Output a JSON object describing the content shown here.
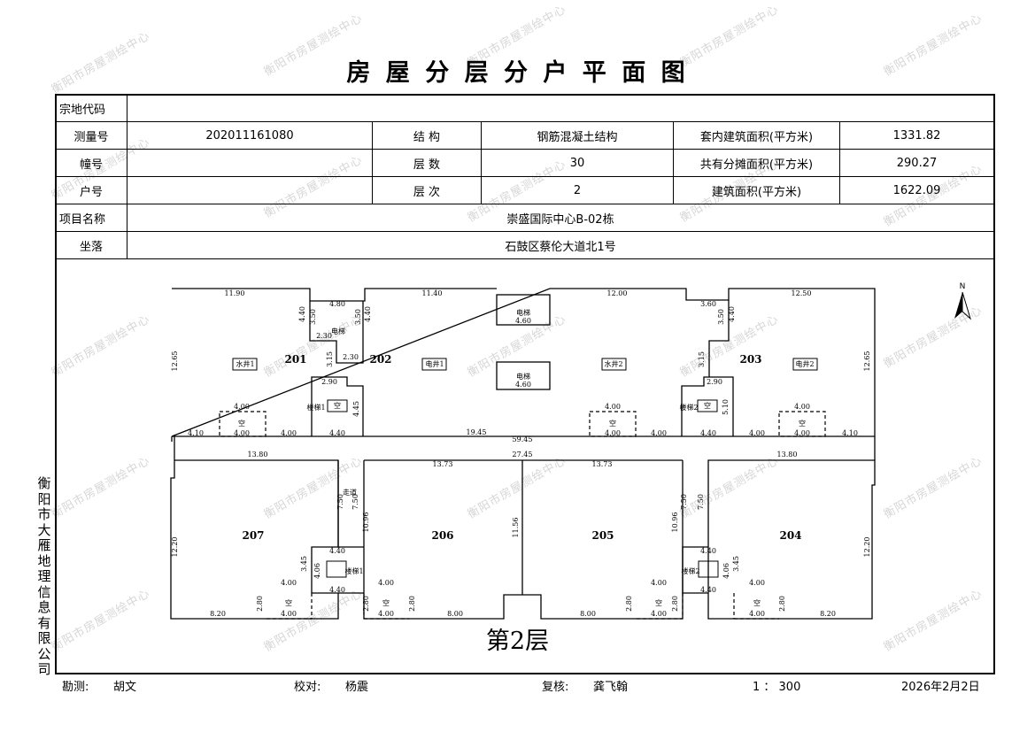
{
  "title": "房 屋 分 层 分 户 平 面 图",
  "watermark": "衡阳市房屋测绘中心",
  "company": "衡阳市大雁地理信息有限公司",
  "info": {
    "land_code_label": "宗地代码",
    "land_code": "",
    "survey_no_label": "测量号",
    "survey_no": "202011161080",
    "structure_label": "结  构",
    "structure": "钢筋混凝土结构",
    "inner_area_label": "套内建筑面积(平方米)",
    "inner_area": "1331.82",
    "building_no_label": "幢号",
    "building_no": "",
    "floors_label": "层  数",
    "floors": "30",
    "shared_area_label": "共有分摊面积(平方米)",
    "shared_area": "290.27",
    "unit_no_label": "户号",
    "unit_no": "",
    "floor_label": "层  次",
    "floor": "2",
    "build_area_label": "建筑面积(平方米)",
    "build_area": "1622.09",
    "project_label": "项目名称",
    "project": "崇盛国际中心B-02栋",
    "location_label": "坐落",
    "location": "石鼓区蔡伦大道北1号"
  },
  "plan": {
    "north": "N",
    "floor_name": "第2层",
    "units": [
      "201",
      "202",
      "203",
      "204",
      "205",
      "206",
      "207"
    ],
    "labels": [
      "11.90",
      "4.80",
      "4.40",
      "3.50",
      "3.50",
      "4.40",
      "电梯",
      "2.30",
      "11.40",
      "电梯",
      "4.60",
      "电梯",
      "4.60",
      "12.00",
      "3.60",
      "3.50",
      "4.40",
      "12.50",
      "12.65",
      "12.65",
      "3.15",
      "2.30",
      "3.15",
      "2.90",
      "2.90",
      "4.45",
      "5.10",
      "4.00",
      "空",
      "4.00",
      "4.10",
      "4.00",
      "4.40",
      "19.45",
      "4.00",
      "空",
      "4.00",
      "4.00",
      "4.40",
      "4.00",
      "4.00",
      "空",
      "4.00",
      "4.10",
      "楼梯1",
      "楼梯2",
      "水井1",
      "电井1",
      "水井2",
      "电井2",
      "空",
      "空",
      "59.45",
      "13.80",
      "27.45",
      "13.80",
      "13.73",
      "13.73",
      "12.20",
      "12.20",
      "走道",
      "7.50",
      "7.50",
      "7.50",
      "7.50",
      "10.96",
      "10.96",
      "11.56",
      "4.40",
      "4.40",
      "4.40",
      "4.40",
      "3.45",
      "3.45",
      "4.06",
      "4.06",
      "楼梯1",
      "楼梯2",
      "4.00",
      "4.00",
      "4.00",
      "4.00",
      "2.80",
      "2.80",
      "2.80",
      "2.80",
      "2.80",
      "2.80",
      "空",
      "空",
      "空",
      "空",
      "4.00",
      "4.00",
      "4.00",
      "4.00",
      "8.20",
      "8.00",
      "8.00",
      "8.20"
    ]
  },
  "footer": {
    "surveyor_label": "勘测:",
    "surveyor": "胡文",
    "checker_label": "校对:",
    "checker": "杨震",
    "reviewer_label": "复核:",
    "reviewer": "龚飞翰",
    "scale": "1 ： 300",
    "date": "2026年2月2日"
  }
}
